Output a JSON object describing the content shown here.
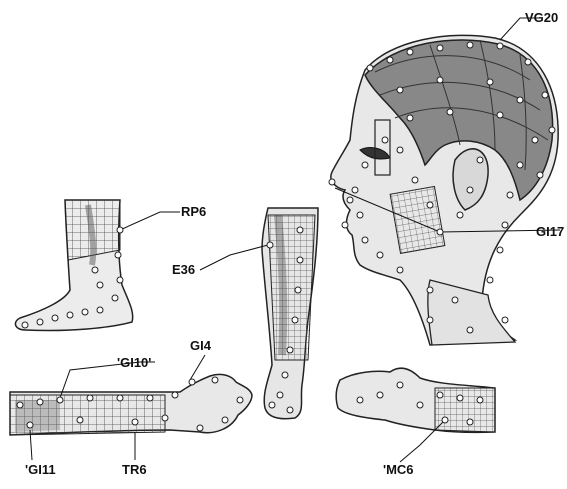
{
  "labels": {
    "vg20": "VG20",
    "gi17": "GI17",
    "rp6": "RP6",
    "e36": "E36",
    "gi10": "'GI10'",
    "gi4": "GI4",
    "gi11": "'GI11",
    "tr6": "TR6",
    "mc6": "'MC6"
  },
  "figures": [
    "head-figure",
    "foot-figure",
    "leg-figure",
    "arm-figure",
    "hand-figure"
  ]
}
